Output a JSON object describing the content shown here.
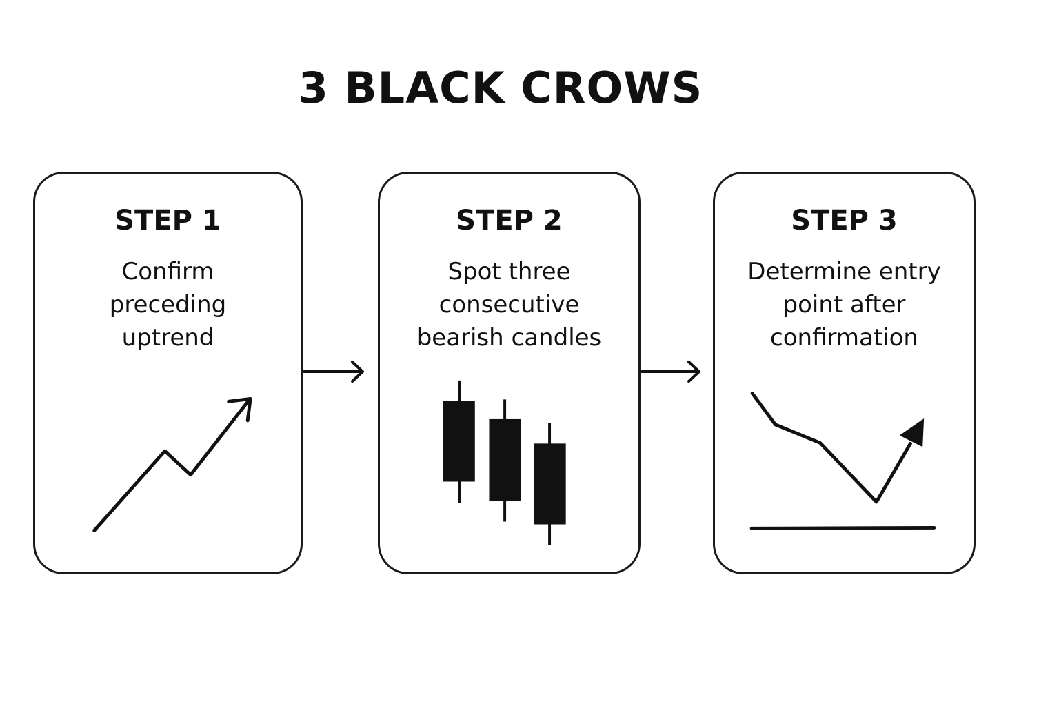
{
  "title": "3 BLACK CROWS",
  "steps": [
    {
      "heading": "STEP 1",
      "text": "Confirm\npreceding\nuptrend",
      "icon": "uptrend-arrow-icon"
    },
    {
      "heading": "STEP 2",
      "text": "Spot three\nconsecutive\nbearish candles",
      "icon": "bearish-candles-icon"
    },
    {
      "heading": "STEP 3",
      "text": "Determine entry\npoint after\nconfirmation",
      "icon": "reversal-entry-icon"
    }
  ],
  "colors": {
    "ink": "#111111",
    "background": "#ffffff"
  }
}
